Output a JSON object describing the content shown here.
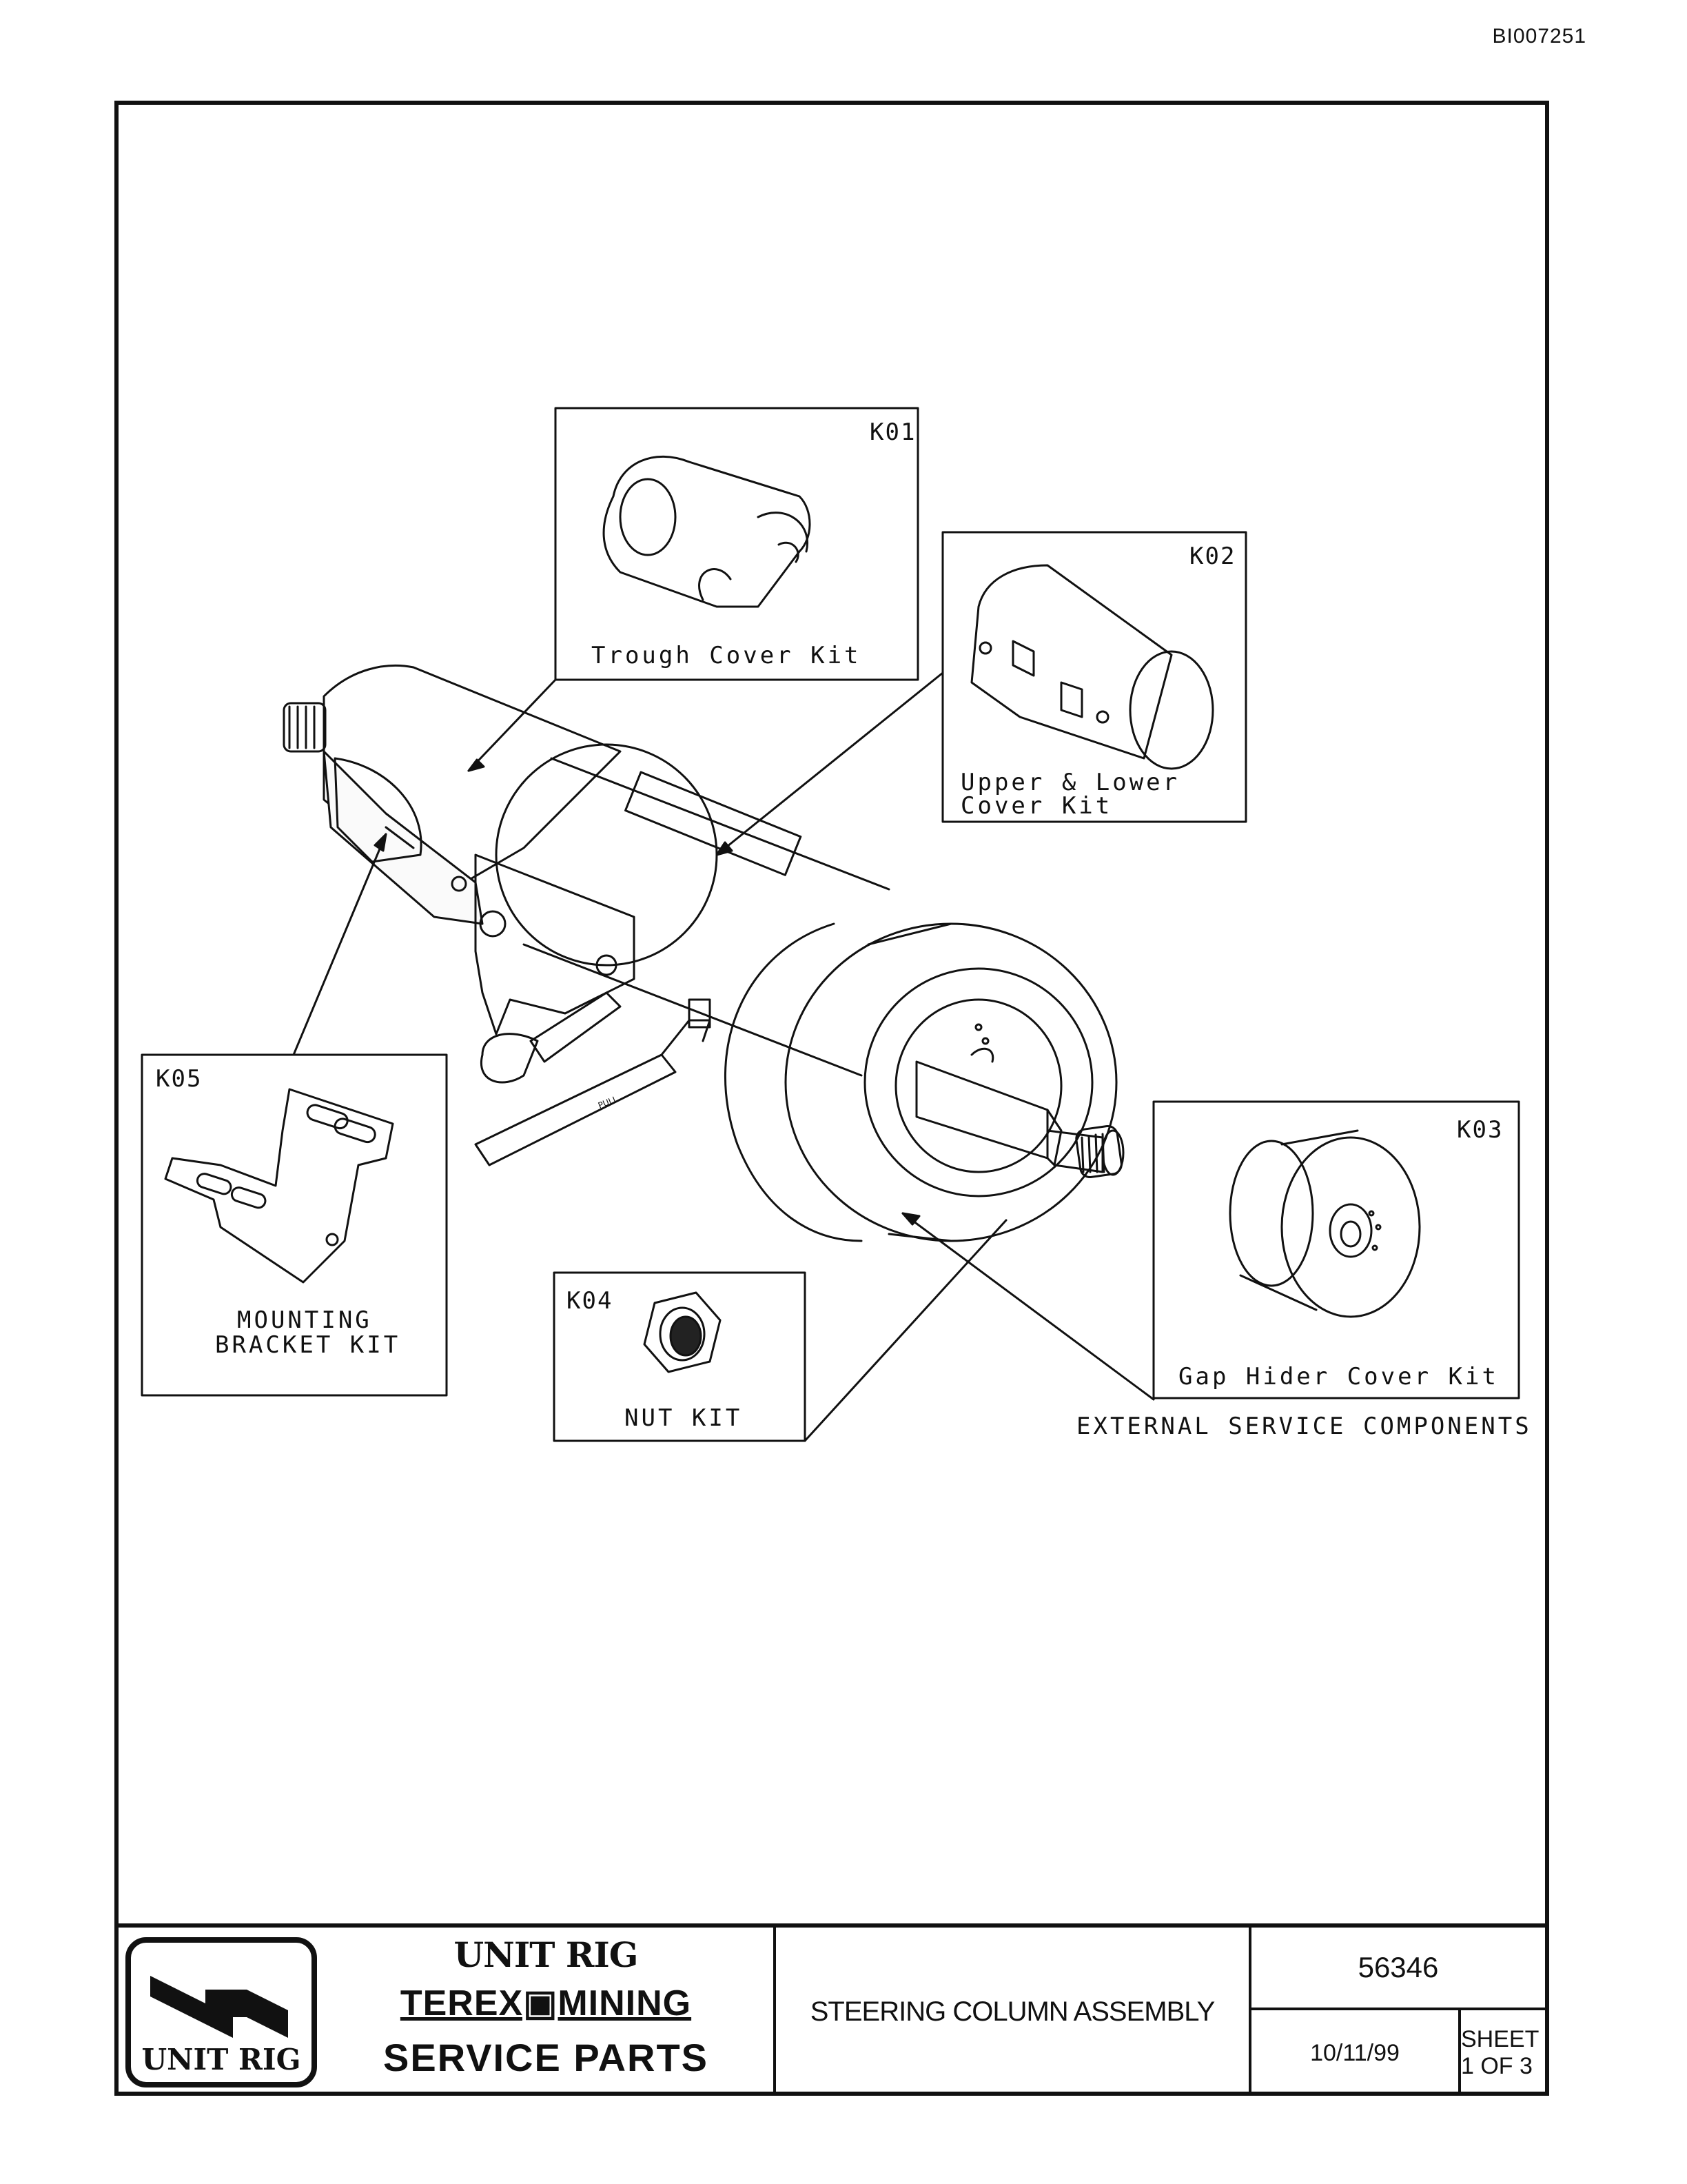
{
  "document_id": "BI007251",
  "kits": [
    {
      "id": "K01",
      "label_lines": [
        "Trough Cover Kit"
      ]
    },
    {
      "id": "K02",
      "label_lines": [
        "Upper & Lower",
        "Cover Kit"
      ]
    },
    {
      "id": "K03",
      "label_lines": [
        "Gap Hider Cover Kit"
      ]
    },
    {
      "id": "K04",
      "label_lines": [
        "NUT KIT"
      ]
    },
    {
      "id": "K05",
      "label_lines": [
        "MOUNTING",
        "BRACKET KIT"
      ]
    }
  ],
  "section_caption": "EXTERNAL SERVICE COMPONENTS",
  "lever_marking": "PULL",
  "title_block": {
    "logo_text": "UNIT RIG",
    "brand_line1": "UNIT RIG",
    "brand_line2": "TEREX▣MINING",
    "brand_line3": "SERVICE PARTS",
    "title": "STEERING COLUMN ASSEMBLY",
    "drawing_number": "56346",
    "date": "10/11/99",
    "sheet": "SHEET 1 OF 3"
  },
  "colors": {
    "ink": "#111111",
    "paper": "#ffffff"
  }
}
